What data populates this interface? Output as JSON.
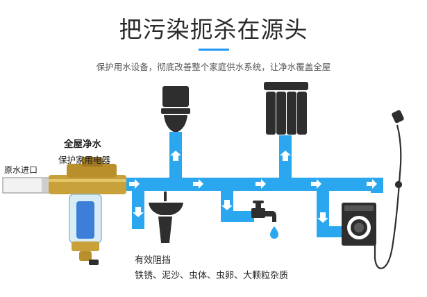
{
  "title": "把污染扼杀在源头",
  "subtitle": "保护用水设备，彻底改善整个家庭供水系统，让净水覆盖全屋",
  "labels": {
    "whole_house": "全屋净水",
    "protect": "保护家用电器",
    "inlet": "原水进口",
    "block_title": "有效阻挡",
    "block_items": "铁锈、泥沙、虫体、虫卵、大颗粒杂质"
  },
  "colors": {
    "pipe": "#2aa7ee",
    "arrow": "#ffffff",
    "accent": "#2196f3",
    "appliance": "#2e2e2e"
  },
  "icons": [
    "toilet-icon",
    "ro-purifier-icon",
    "basin-icon",
    "faucet-icon",
    "shower-icon",
    "washing-machine-icon",
    "pre-filter-icon"
  ]
}
